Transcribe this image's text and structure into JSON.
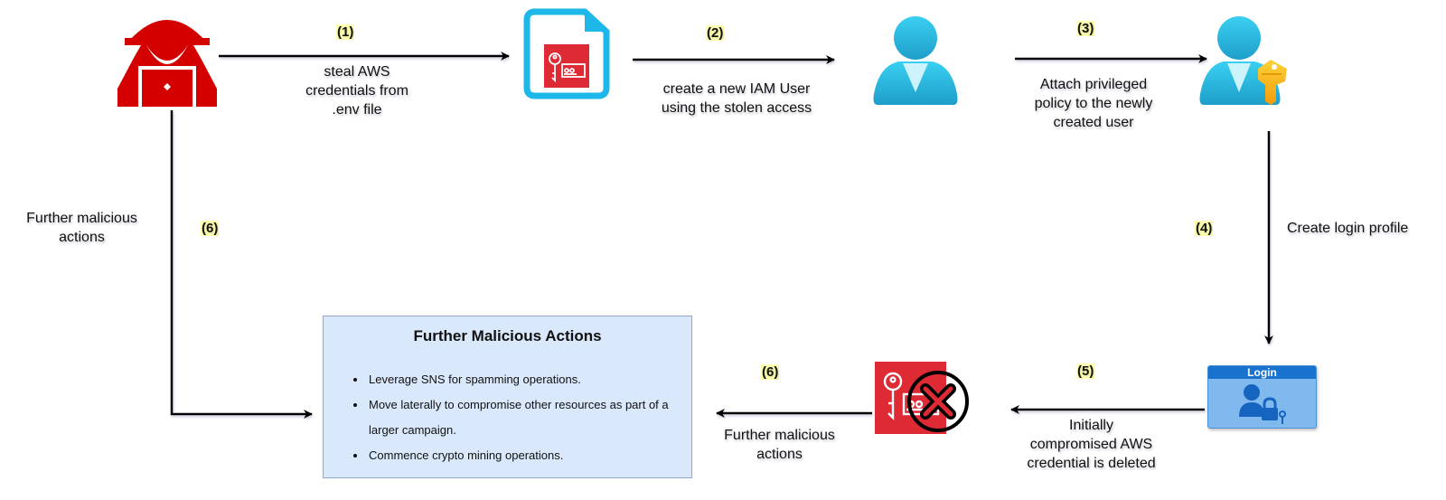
{
  "diagram": {
    "nodes": {
      "attacker": {
        "icon": "hacker-icon"
      },
      "env_file": {
        "icon": "credential-file-icon"
      },
      "iam_user": {
        "icon": "user-icon"
      },
      "privileged_user": {
        "icon": "user-with-key-icon"
      },
      "login_profile": {
        "icon": "login-profile-icon",
        "label": "Login"
      },
      "deleted_credential": {
        "icon": "deleted-credential-icon"
      }
    },
    "steps": [
      {
        "number": "(1)",
        "label": "steal AWS\ncredentials from\n.env  file",
        "from": "attacker",
        "to": "env_file"
      },
      {
        "number": "(2)",
        "label": "create a new IAM User\nusing the stolen access",
        "from": "env_file",
        "to": "iam_user"
      },
      {
        "number": "(3)",
        "label": "Attach privileged\npolicy to the newly\ncreated user",
        "from": "iam_user",
        "to": "privileged_user"
      },
      {
        "number": "(4)",
        "label": "Create login profile",
        "from": "privileged_user",
        "to": "login_profile"
      },
      {
        "number": "(5)",
        "label": "Initially\ncompromised AWS\ncredential is deleted",
        "from": "login_profile",
        "to": "deleted_credential"
      },
      {
        "number": "(6)",
        "label": "Further malicious\nactions",
        "from": "deleted_credential",
        "to": "further_actions_box"
      },
      {
        "number": "(6)",
        "label": "Further malicious\nactions",
        "from": "attacker",
        "to": "further_actions_box"
      }
    ],
    "further_actions_box": {
      "title": "Further Malicious Actions",
      "items": [
        "Leverage SNS for spamming operations.",
        "Move laterally to compromise other resources as part of a larger campaign.",
        "Commence crypto mining operations."
      ]
    },
    "colors": {
      "attacker_red": "#d40000",
      "aws_red": "#dd2a35",
      "file_blue": "#1eb7ea",
      "user_cyan": "#34c4e8",
      "key_yellow": "#f8b91a",
      "login_blue": "#7fb9ee",
      "login_header": "#1a72cf",
      "box_fill": "#dae8fc",
      "step_highlight": "#ffffb0"
    }
  }
}
